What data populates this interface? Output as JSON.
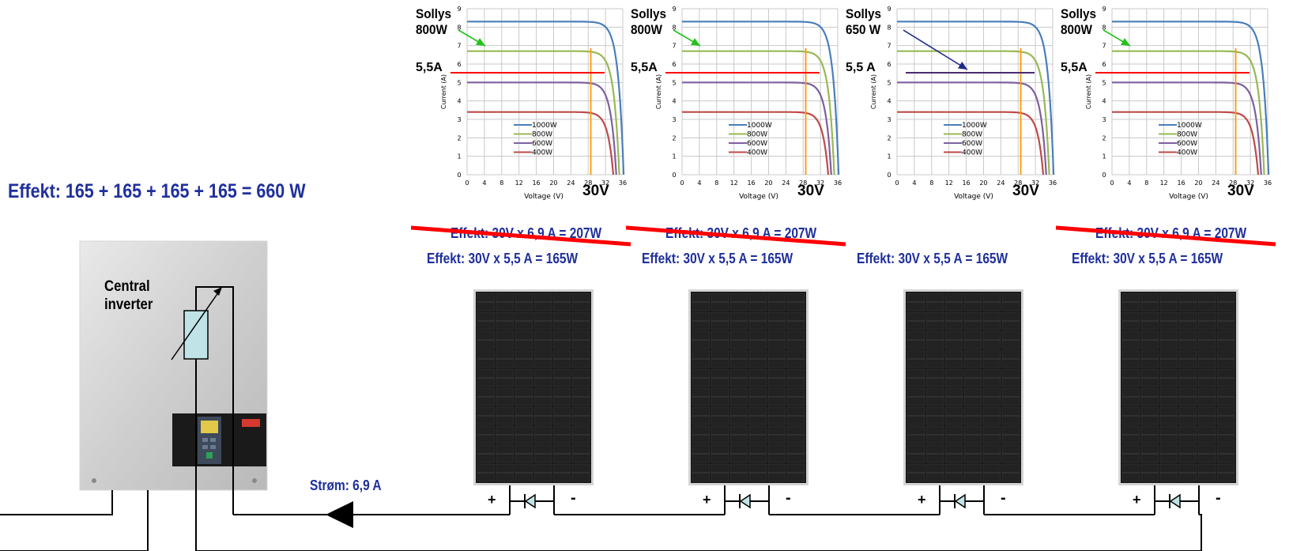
{
  "title": "Effekt: 165 + 165 + 165 + 165 = 660 W",
  "current_label": "Strøm: 6,9 A",
  "inverter_label": "Central\ninverter",
  "chart_axes": {
    "ylabel": "Current (A)",
    "xlabel": "Voltage (V)",
    "xticks": [
      "0",
      "4",
      "8",
      "12",
      "16",
      "20",
      "24",
      "28",
      "32",
      "36"
    ],
    "yticks": [
      "0",
      "1",
      "2",
      "3",
      "4",
      "5",
      "6",
      "7",
      "8",
      "9"
    ],
    "legend": [
      "1000W",
      "800W",
      "600W",
      "400W"
    ]
  },
  "colors": {
    "curve_1000": "#4a7ebb",
    "curve_800": "#98b954",
    "curve_600": "#7d60a0",
    "curve_400": "#be4b48",
    "limit_line": "#ff0000",
    "voltage_line": "#ff9900",
    "text_blue": "#1f2f9c",
    "strike": "#ff0000"
  },
  "panels": [
    {
      "sollys": "Sollys\n800W",
      "amp_label": "5,5A",
      "v_label": "30V",
      "effekt_struck": "Effekt:  30V x 6,9 A = 207W",
      "effekt": "Effekt:   30V x 5,5 A = 165W",
      "plus": "+",
      "minus": "-"
    },
    {
      "sollys": "Sollys\n800W",
      "amp_label": "5,5A",
      "v_label": "30V",
      "effekt_struck": "Effekt:  30V x 6,9 A = 207W",
      "effekt": "Effekt:   30V x 5,5 A = 165W",
      "plus": "+",
      "minus": "-"
    },
    {
      "sollys": "Sollys\n650 W",
      "amp_label": "5,5 A",
      "v_label": "30V",
      "effekt_struck": "",
      "effekt": "Effekt:   30V x 5,5 A = 165W",
      "plus": "+",
      "minus": "-"
    },
    {
      "sollys": "Sollys\n800W",
      "amp_label": "5,5A",
      "v_label": "30V",
      "effekt_struck": "Effekt:  30V x 6,9 A = 207W",
      "effekt": "Effekt:   30V x 5,5 A = 165W",
      "plus": "+",
      "minus": "-"
    }
  ]
}
